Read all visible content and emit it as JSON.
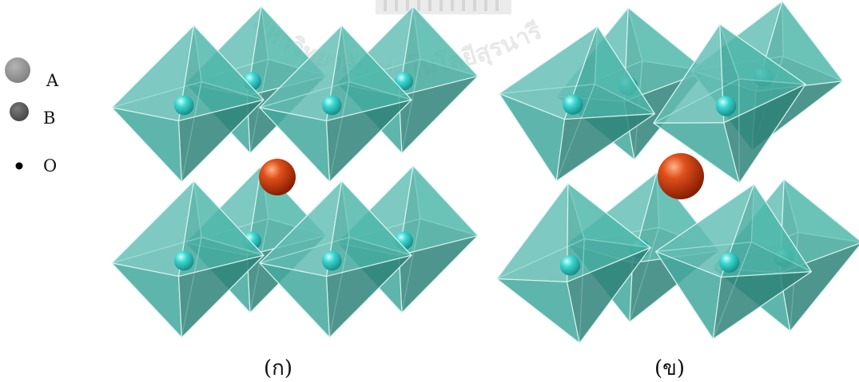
{
  "legend": {
    "items": [
      {
        "symbol": "large-gray-circle",
        "label": "A",
        "color": "#8c8c8c"
      },
      {
        "symbol": "dark-gray-circle",
        "label": "B",
        "color": "#5a5a5a"
      },
      {
        "symbol": "small-black-dot",
        "label": "O",
        "color": "#000000"
      }
    ]
  },
  "panels": [
    {
      "caption": "(ก)",
      "variant": "undistorted"
    },
    {
      "caption": "(ข)",
      "variant": "tilted"
    }
  ],
  "watermark": {
    "text": "มหาวิทยาลัยเทคโนโลยีสุรนารี",
    "kind": "university seal watermark"
  },
  "colors": {
    "octahedron_face_light": "#76d2c8",
    "octahedron_face_mid": "#4cb6aa",
    "octahedron_face_dark": "#2f8279",
    "octahedron_edge": "#dff7f3",
    "b_site_atom": "#3ad6d0",
    "a_site_atom": "#c8380c"
  }
}
